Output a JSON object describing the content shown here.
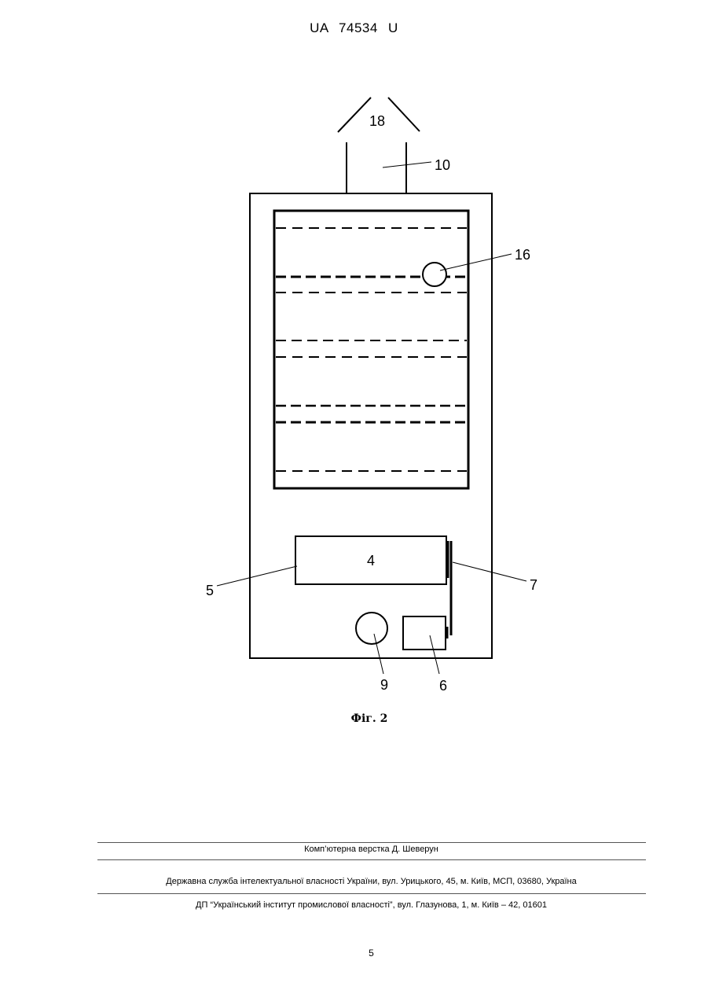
{
  "header": {
    "patent_number": "UA 74534 U"
  },
  "figure": {
    "labels": {
      "l18": "18",
      "l10": "10",
      "l16": "16",
      "l4": "4",
      "l5": "5",
      "l7": "7",
      "l9": "9",
      "l6": "6"
    },
    "caption": "Фіг. 2"
  },
  "footer": {
    "layout_credit": "Комп’ютерна верстка Д. Шеверун",
    "agency": "Державна служба інтелектуальної власності України, вул. Урицького, 45, м. Київ, МСП, 03680, Україна",
    "institute": "ДП “Український інститут промислової власності”, вул. Глазунова, 1, м. Київ – 42, 01601"
  },
  "page_number": "5"
}
